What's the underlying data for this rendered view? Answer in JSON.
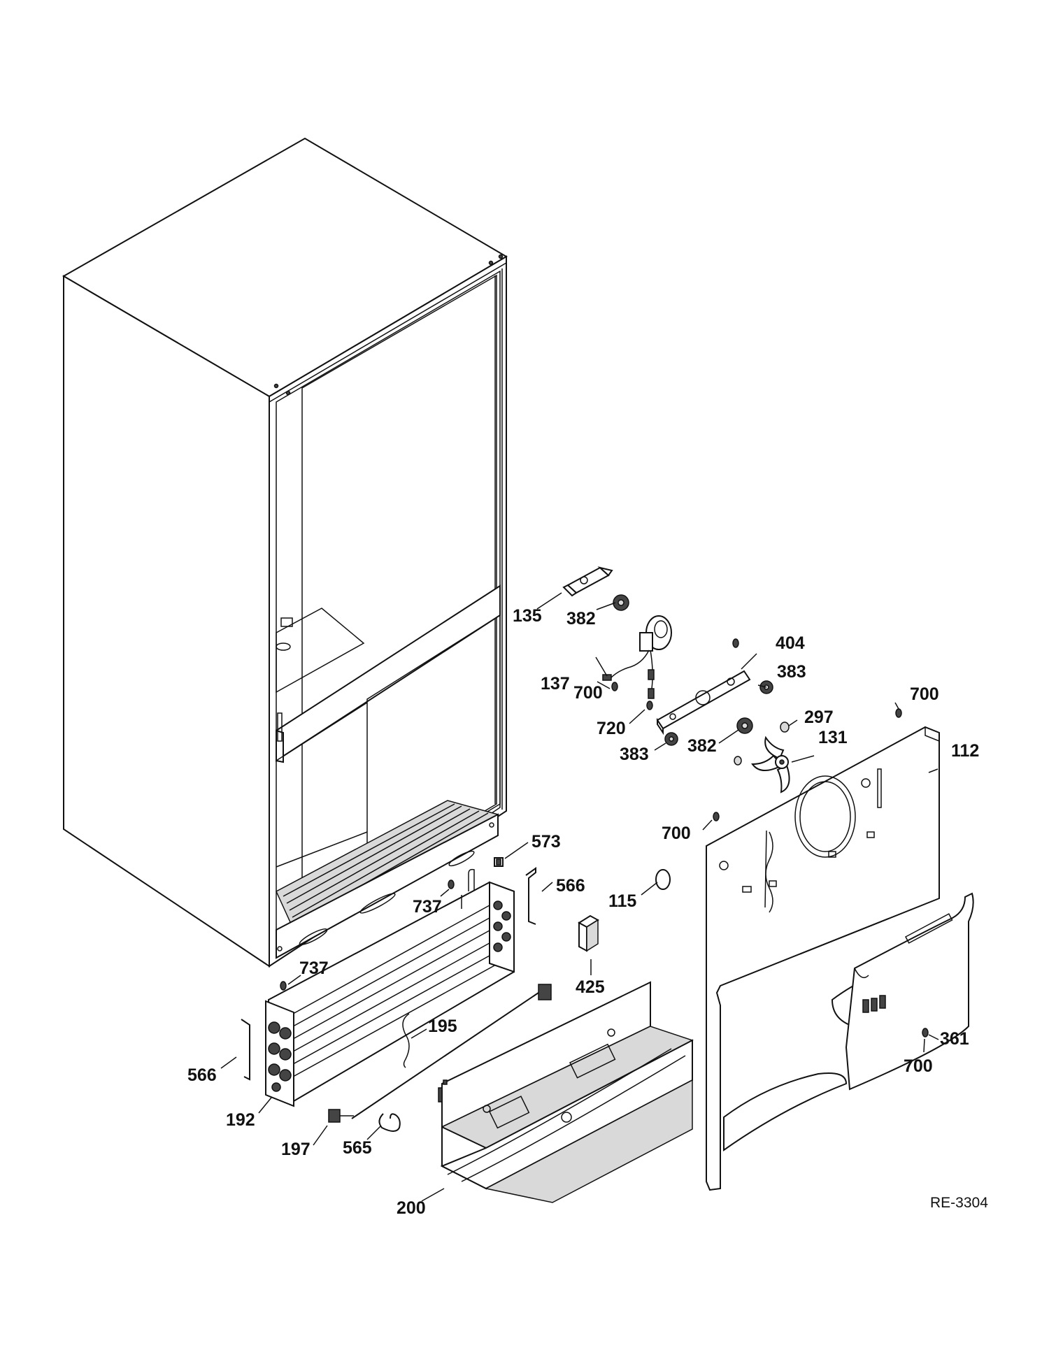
{
  "diagram_code": "RE-3304",
  "callouts": {
    "c135": "135",
    "c382a": "382",
    "c404": "404",
    "c383a": "383",
    "c137": "137",
    "c700a": "700",
    "c720": "720",
    "c297": "297",
    "c700b": "700",
    "c383b": "383",
    "c382b": "382",
    "c131": "131",
    "c112": "112",
    "c700c": "700",
    "c573": "573",
    "c566a": "566",
    "c737a": "737",
    "c115": "115",
    "c425": "425",
    "c737b": "737",
    "c195": "195",
    "c566b": "566",
    "c192": "192",
    "c197": "197",
    "c565": "565",
    "c200": "200",
    "c361": "361",
    "c700d": "700"
  }
}
